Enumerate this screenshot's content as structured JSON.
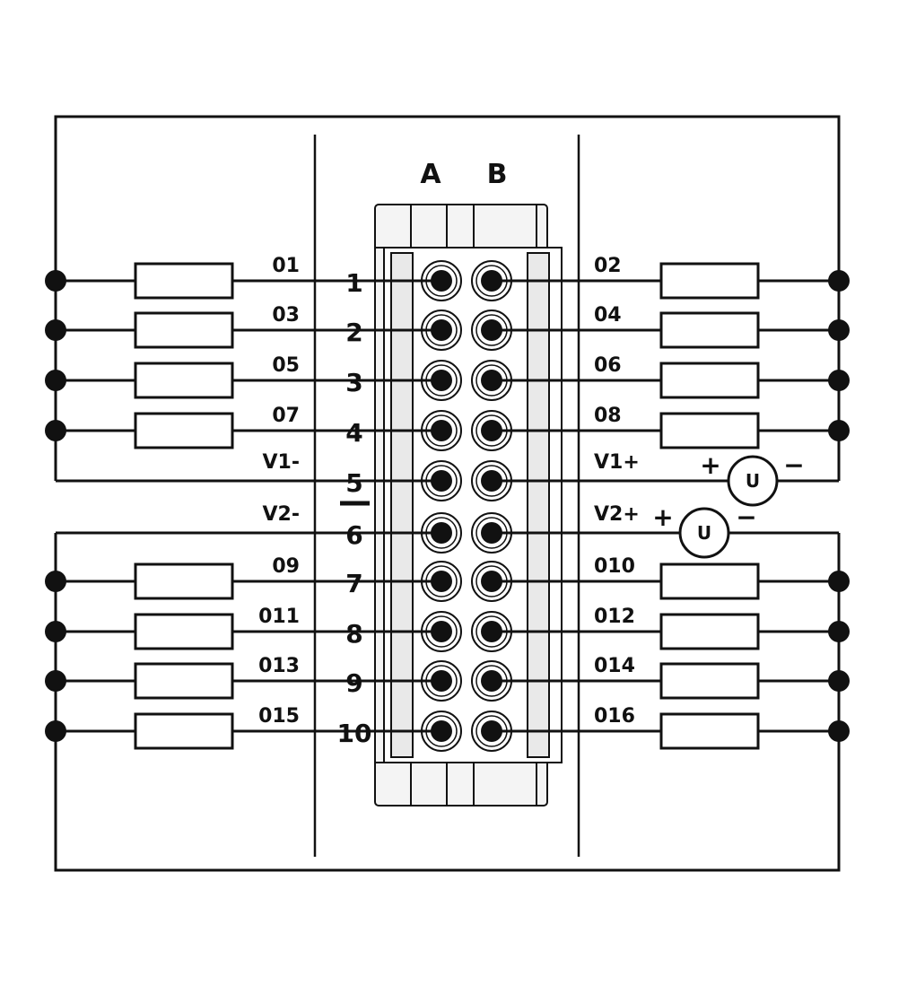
{
  "columns": [
    "A",
    "B"
  ],
  "rows": [
    {
      "num": "1",
      "left": "01",
      "right": "02"
    },
    {
      "num": "2",
      "left": "03",
      "right": "04"
    },
    {
      "num": "3",
      "left": "05",
      "right": "06"
    },
    {
      "num": "4",
      "left": "07",
      "right": "08"
    },
    {
      "num": "5",
      "left": "V1-",
      "right": "V1+"
    },
    {
      "num": "6",
      "left": "V2-",
      "right": "V2+"
    },
    {
      "num": "7",
      "left": "09",
      "right": "010"
    },
    {
      "num": "8",
      "left": "011",
      "right": "012"
    },
    {
      "num": "9",
      "left": "013",
      "right": "014"
    },
    {
      "num": "10",
      "left": "015",
      "right": "016"
    }
  ],
  "supplies": [
    {
      "label": "U",
      "plus": "+",
      "minus": "−"
    },
    {
      "label": "U",
      "plus": "+",
      "minus": "−"
    }
  ]
}
